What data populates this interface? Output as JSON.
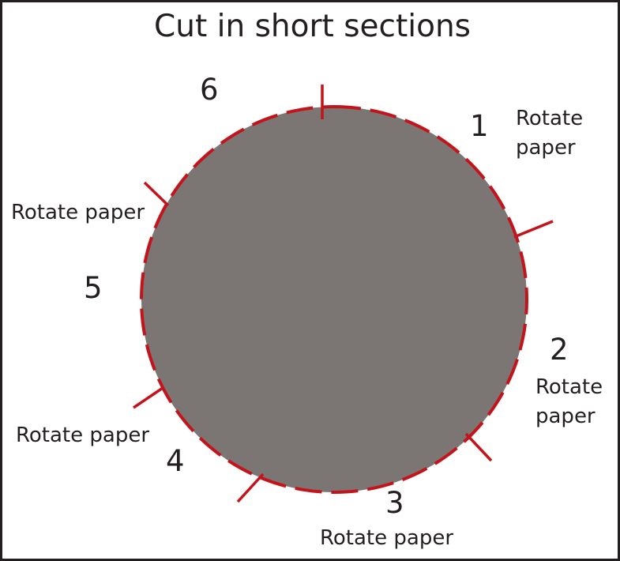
{
  "title": "Cut in short sections",
  "colors": {
    "circle": "#7b7574",
    "cut_line": "#c4141b",
    "text": "#231f20",
    "border": "#231f20"
  },
  "steps": [
    {
      "number": "1",
      "label_lines": [
        "Rotate",
        "paper"
      ]
    },
    {
      "number": "2",
      "label_lines": [
        "Rotate",
        "paper"
      ]
    },
    {
      "number": "3",
      "label_lines": [
        "Rotate paper"
      ]
    },
    {
      "number": "4",
      "label_lines": [
        "Rotate paper"
      ]
    },
    {
      "number": "5",
      "label_lines": [
        "Rotate paper"
      ]
    },
    {
      "number": "6",
      "label_lines": []
    }
  ]
}
